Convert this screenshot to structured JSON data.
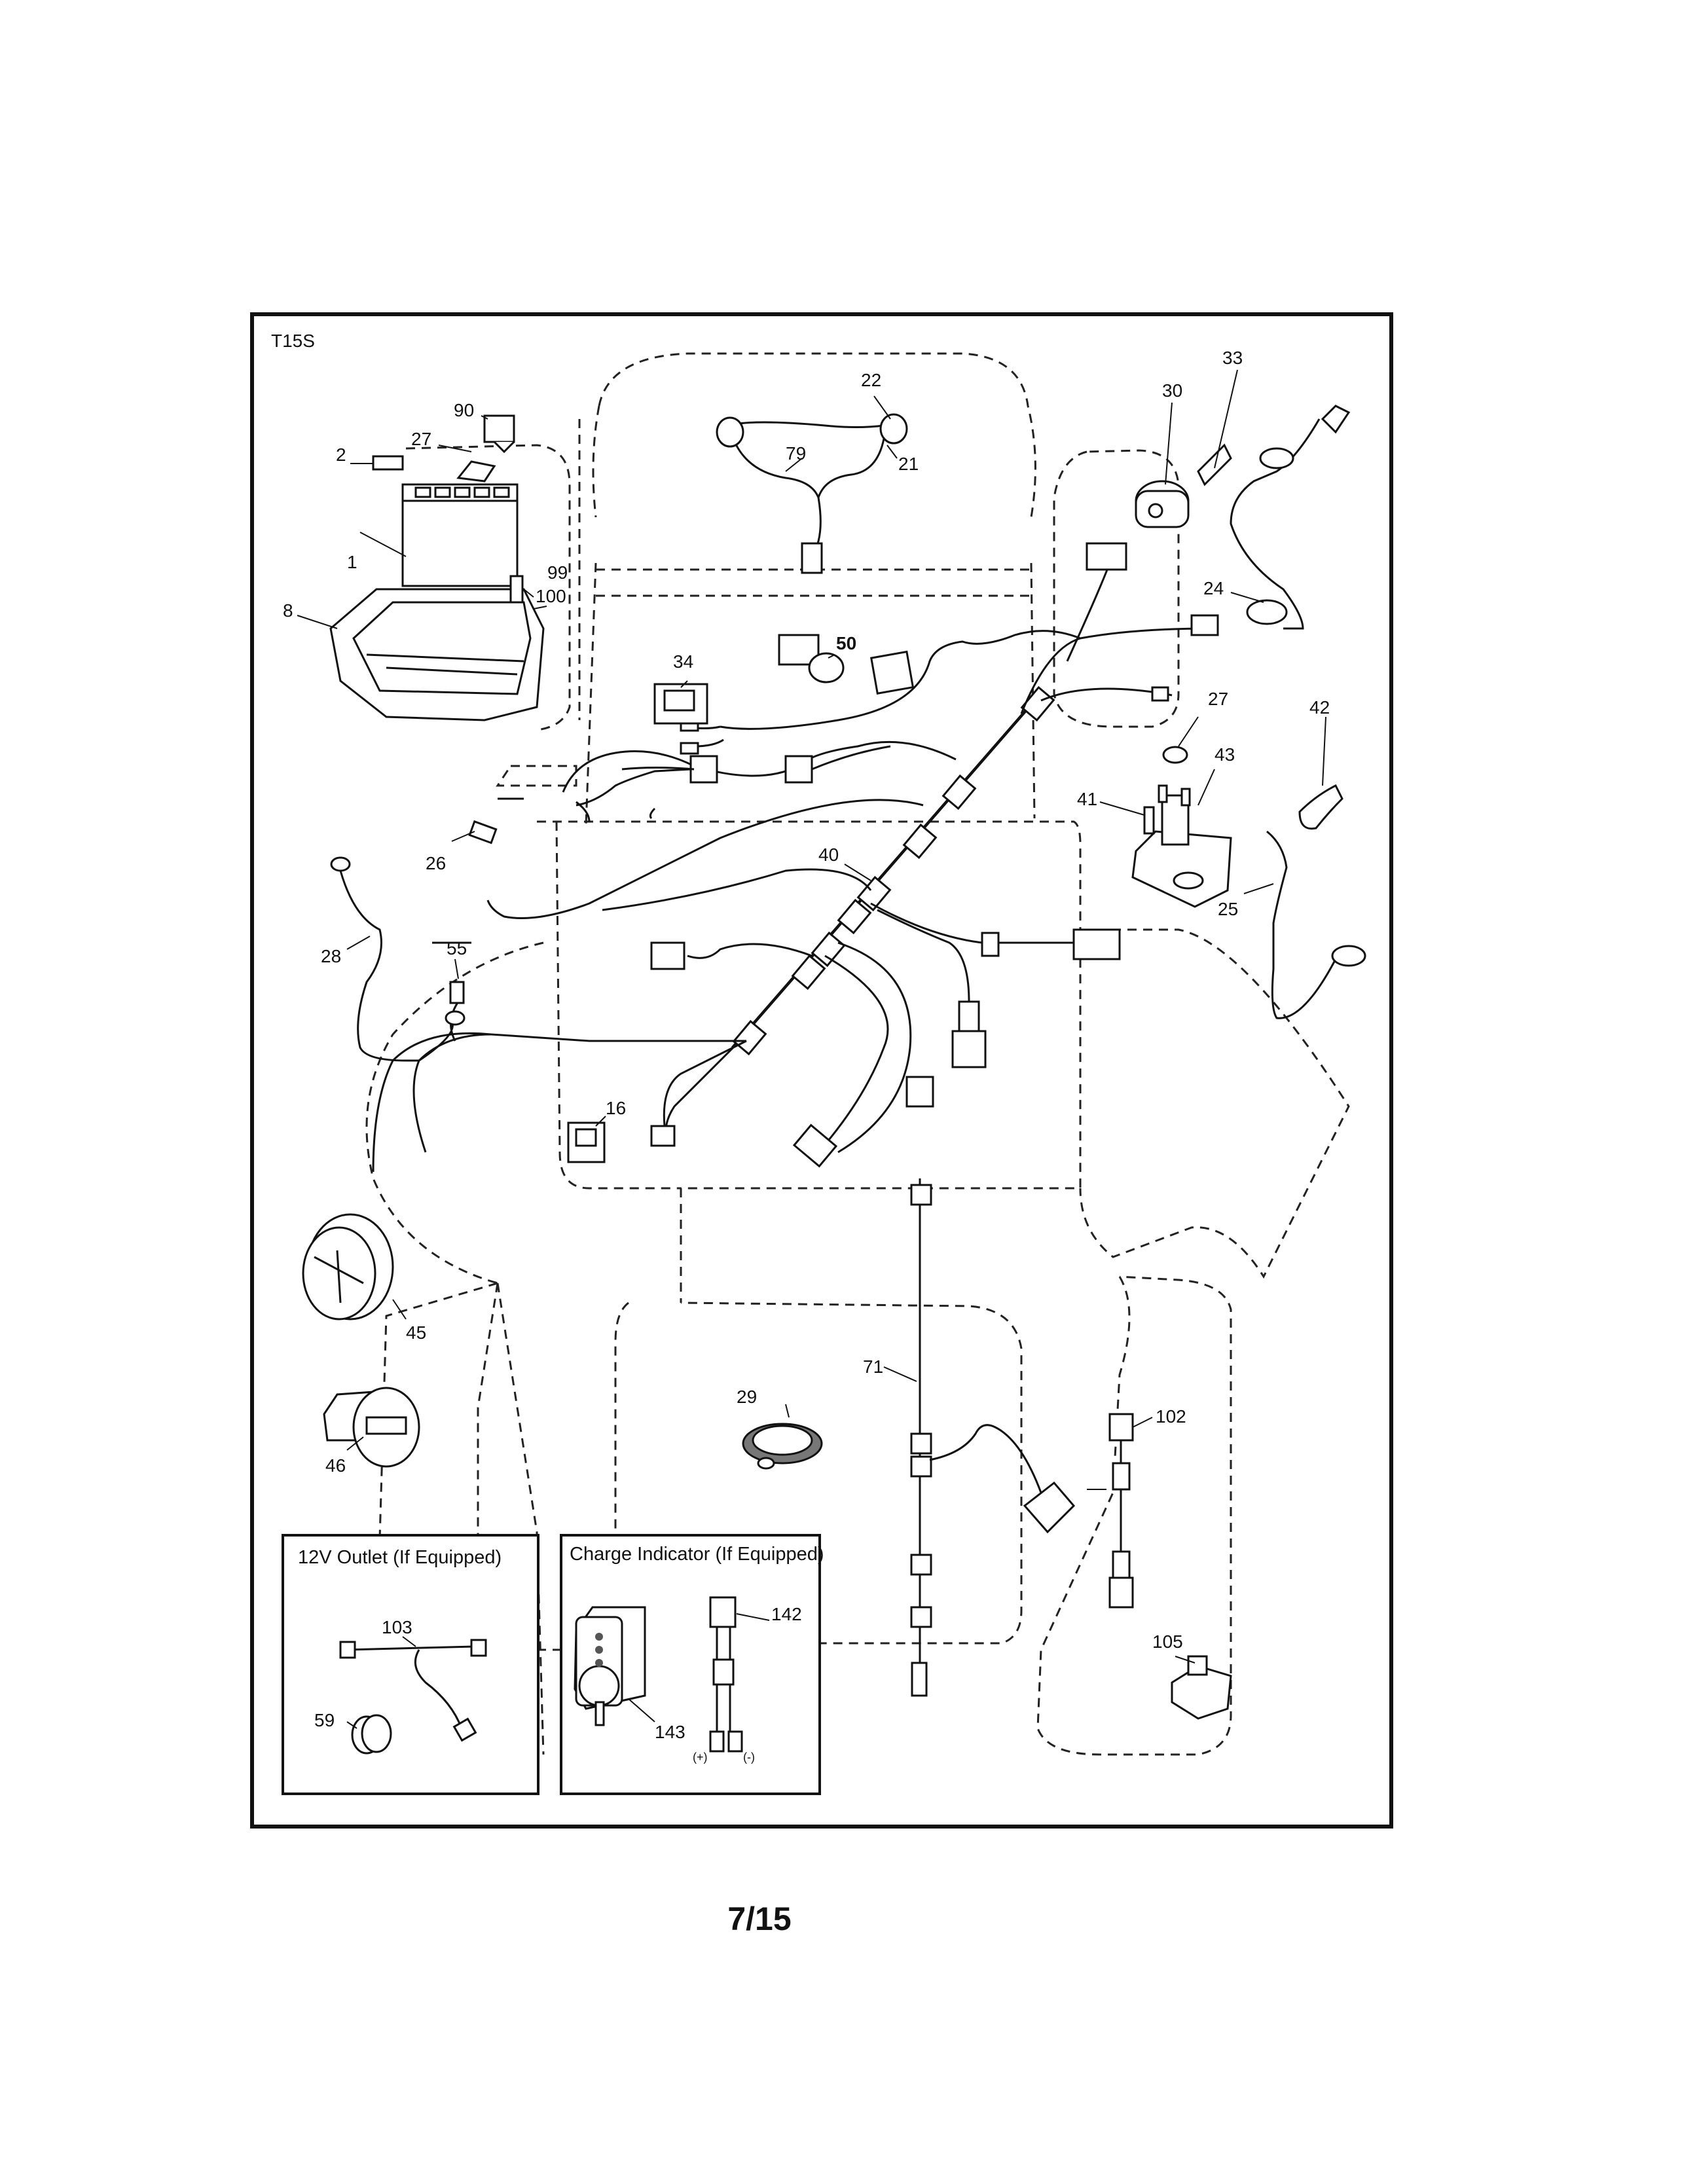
{
  "model_code": "T15S",
  "page_number": "7/15",
  "insets": {
    "outlet_title": "12V Outlet  (If Equipped)",
    "charge_title": "Charge Indicator (If Equipped)",
    "plus_mark": "(+)",
    "minus_mark": "(-)"
  },
  "callouts": {
    "c1": "1",
    "c2": "2",
    "c8": "8",
    "c16": "16",
    "c21": "21",
    "c22": "22",
    "c24": "24",
    "c25": "25",
    "c26": "26",
    "c27a": "27",
    "c27b": "27",
    "c28": "28",
    "c29": "29",
    "c30": "30",
    "c33": "33",
    "c34": "34",
    "c40": "40",
    "c41": "41",
    "c42": "42",
    "c43": "43",
    "c45": "45",
    "c46": "46",
    "c50": "50",
    "c55": "55",
    "c59": "59",
    "c71": "71",
    "c79": "79",
    "c90": "90",
    "c99": "99",
    "c100": "100",
    "c102": "102",
    "c103": "103",
    "c105": "105",
    "c142": "142",
    "c143": "143"
  }
}
